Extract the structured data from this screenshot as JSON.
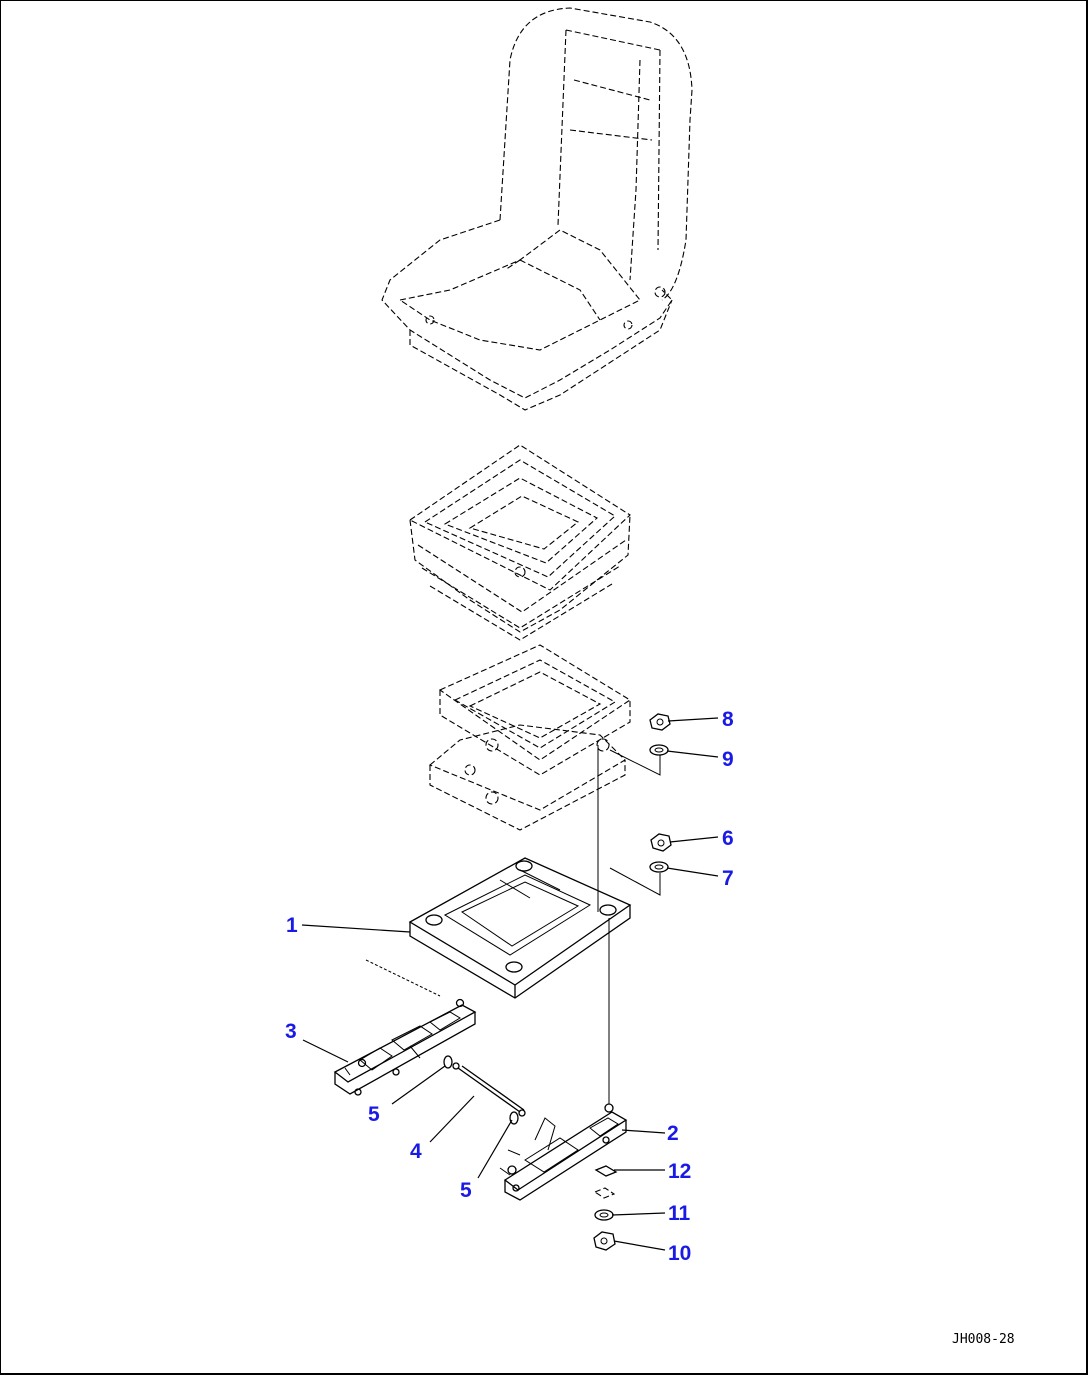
{
  "figure_code": "JH008-28",
  "callouts": {
    "c1": "1",
    "c2": "2",
    "c3": "3",
    "c4": "4",
    "c5a": "5",
    "c5b": "5",
    "c6": "6",
    "c7": "7",
    "c8": "8",
    "c9": "9",
    "c10": "10",
    "c11": "11",
    "c12": "12"
  },
  "colors": {
    "callout": "#1a1ae6",
    "line": "#000000",
    "background": "#ffffff"
  }
}
